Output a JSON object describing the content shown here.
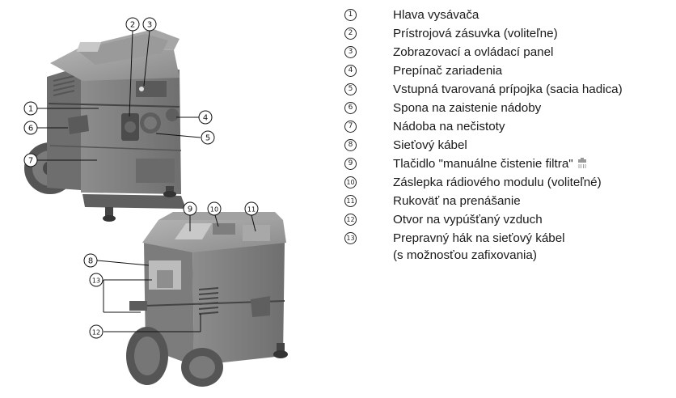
{
  "callout_numbers": [
    "1",
    "2",
    "3",
    "4",
    "5",
    "6",
    "7",
    "8",
    "9",
    "10",
    "11",
    "12",
    "13"
  ],
  "legend": [
    {
      "num": "1",
      "text": "Hlava vysávača"
    },
    {
      "num": "2",
      "text": "Prístrojová zásuvka (voliteľne)"
    },
    {
      "num": "3",
      "text": "Zobrazovací a ovládací panel"
    },
    {
      "num": "4",
      "text": "Prepínač zariadenia"
    },
    {
      "num": "5",
      "text": "Vstupná tvarovaná prípojka (sacia hadica)"
    },
    {
      "num": "6",
      "text": "Spona na zaistenie nádoby"
    },
    {
      "num": "7",
      "text": "Nádoba na nečistoty"
    },
    {
      "num": "8",
      "text": "Sieťový kábel"
    },
    {
      "num": "9",
      "text": "Tlačidlo \"manuálne čistenie filtra\"",
      "icon": "filter-cleaning-icon"
    },
    {
      "num": "10",
      "text": "Záslepka rádiového modulu (voliteľné)"
    },
    {
      "num": "11",
      "text": "Rukoväť na prenášanie"
    },
    {
      "num": "12",
      "text": "Otvor na vypúšťaný vzduch"
    },
    {
      "num": "13",
      "text": "Prepravný hák na sieťový kábel",
      "text2": "(s možnosťou zafixovania)"
    }
  ]
}
